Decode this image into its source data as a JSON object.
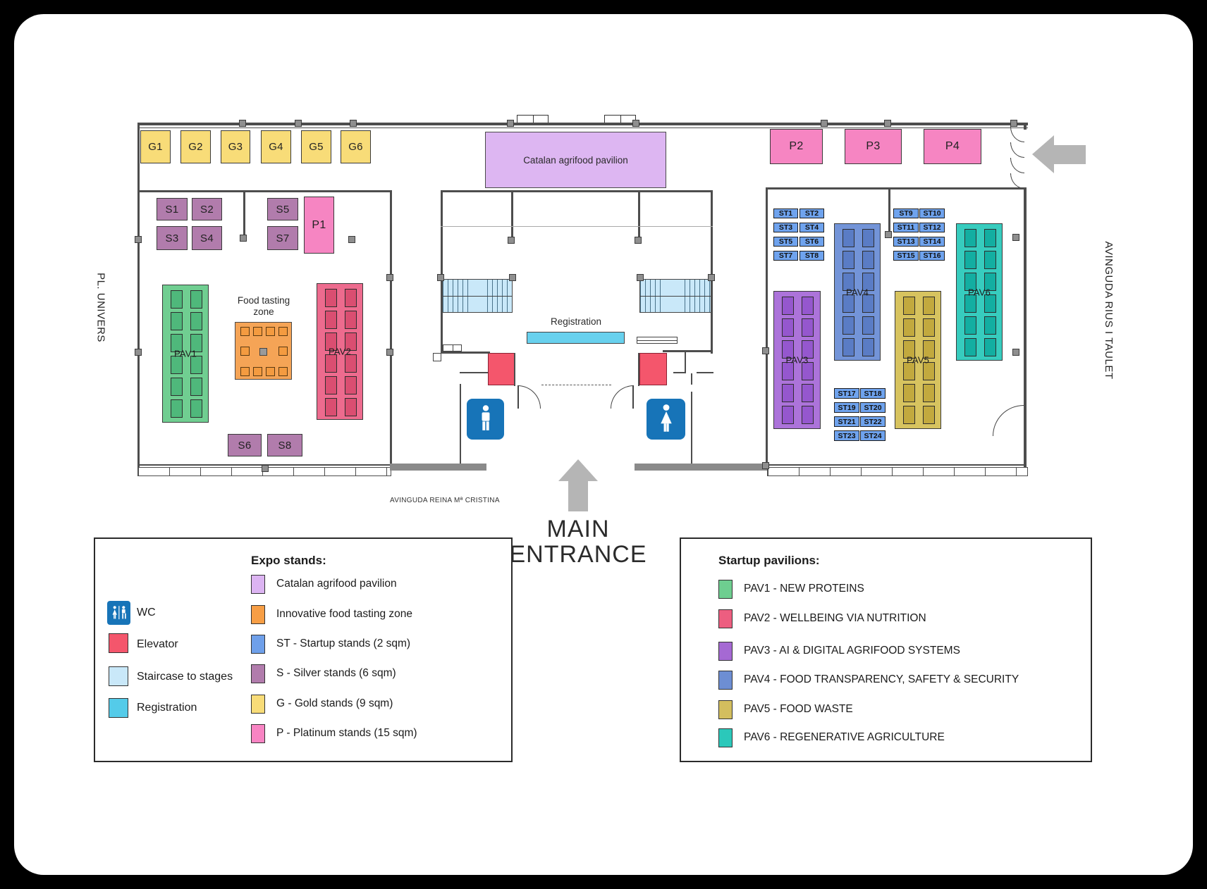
{
  "streets": {
    "left": "PL. UNIVERS",
    "right": "AVINGUDA RIUS I TAULET",
    "bottom": "AVINGUDA REINA Mª CRISTINA"
  },
  "entrance": {
    "lines": [
      "MAIN",
      "ENTRANCE"
    ]
  },
  "areas": {
    "catalan_pavilion": "Catalan agrifood pavilion",
    "food_tasting_lines": [
      "Food tasting",
      "zone"
    ],
    "registration": "Registration"
  },
  "stands": {
    "gold": [
      "G1",
      "G2",
      "G3",
      "G4",
      "G5",
      "G6"
    ],
    "silver": [
      "S1",
      "S2",
      "S3",
      "S4",
      "S5",
      "S7",
      "S6",
      "S8"
    ],
    "platinum": [
      "P1",
      "P2",
      "P3",
      "P4"
    ],
    "startup": [
      "ST1",
      "ST2",
      "ST3",
      "ST4",
      "ST5",
      "ST6",
      "ST7",
      "ST8",
      "ST9",
      "ST10",
      "ST11",
      "ST12",
      "ST13",
      "ST14",
      "ST15",
      "ST16",
      "ST17",
      "ST18",
      "ST19",
      "ST20",
      "ST21",
      "ST22",
      "ST23",
      "ST24"
    ]
  },
  "pavilions": [
    {
      "id": "PAV1",
      "color": "#70CE91",
      "booth": "#4FB87B"
    },
    {
      "id": "PAV2",
      "color": "#ED6B8E",
      "booth": "#DA4E71"
    },
    {
      "id": "PAV3",
      "color": "#AC73DA",
      "booth": "#9557CE"
    },
    {
      "id": "PAV4",
      "color": "#7394D8",
      "booth": "#5A7CC5"
    },
    {
      "id": "PAV5",
      "color": "#D7C35F",
      "booth": "#C2A93E"
    },
    {
      "id": "PAV6",
      "color": "#37CCBE",
      "booth": "#13AEA1"
    }
  ],
  "legend_general": {
    "items": [
      {
        "name": "wc",
        "label": "WC",
        "color": "#1774B8"
      },
      {
        "name": "elevator",
        "label": "Elevator",
        "color": "#F4566C"
      },
      {
        "name": "staircase",
        "label": "Staircase to stages",
        "color": "#C9E8F9"
      },
      {
        "name": "registration",
        "label": "Registration",
        "color": "#54CBE9"
      }
    ]
  },
  "legend_expo": {
    "title": "Expo stands:",
    "items": [
      {
        "label": "Catalan agrifood pavilion",
        "color": "#DCB4F2"
      },
      {
        "label": "Innovative food tasting zone",
        "color": "#F79E45"
      },
      {
        "label": "ST - Startup stands (2 sqm)",
        "color": "#6FA0EA"
      },
      {
        "label": "S - Silver stands (6 sqm)",
        "color": "#B17CAC"
      },
      {
        "label": "G - Gold stands (9 sqm)",
        "color": "#F8DC78"
      },
      {
        "label": "P - Platinum stands (15 sqm)",
        "color": "#F884C3"
      }
    ]
  },
  "legend_pavilions": {
    "title": "Startup pavilions:",
    "items": [
      {
        "label": "PAV1 - NEW PROTEINS",
        "color": "#6ECE90"
      },
      {
        "label": "PAV2 - WELLBEING VIA NUTRITION",
        "color": "#ED5E80"
      },
      {
        "label": "PAV3 - AI & DIGITAL AGRIFOOD SYSTEMS",
        "color": "#A569D3"
      },
      {
        "label": "PAV4 - FOOD TRANSPARENCY, SAFETY & SECURITY",
        "color": "#6D8ED3"
      },
      {
        "label": "PAV5 - FOOD WASTE",
        "color": "#D3BE5E"
      },
      {
        "label": "PAV6 - REGENERATIVE AGRICULTURE",
        "color": "#2BC8BA"
      }
    ]
  },
  "colors": {
    "gold": "#F8DC78",
    "silver": "#B17CAC",
    "platinum": "#F685C2",
    "startup": "#6FA3EE",
    "catalan": "#DDB6F2",
    "food_zone": "#F5A456",
    "food_zone_square": "#F49B40",
    "registration_desk": "#68D1EE",
    "staircase": "#C9E8F9",
    "elevator": "#F4566C",
    "wc": "#1774B8",
    "arrow": "#B5B5B5"
  }
}
